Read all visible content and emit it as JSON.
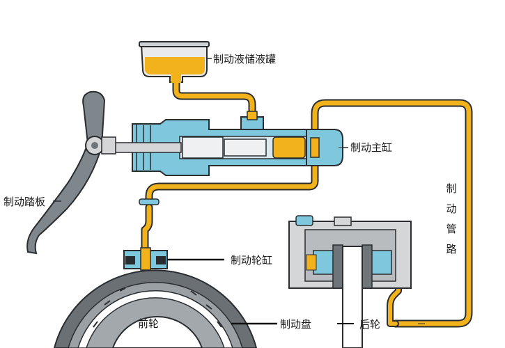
{
  "labels": {
    "reservoir": "制动液储液罐",
    "master_cylinder": "制动主缸",
    "brake_pedal": "制动踏板",
    "brake_line": "制动管路",
    "wheel_cylinder": "制动轮缸",
    "front_wheel": "前轮",
    "brake_disc": "制动盘",
    "rear_wheel": "后轮"
  },
  "colors": {
    "brake_fluid": "#f2b21b",
    "cylinder_body": "#7ec7dd",
    "metal_light": "#d4d6d8",
    "metal_dark": "#6f7478",
    "drum": "#6b7075",
    "pedal": "#80878c",
    "outline": "#2a2d30"
  }
}
